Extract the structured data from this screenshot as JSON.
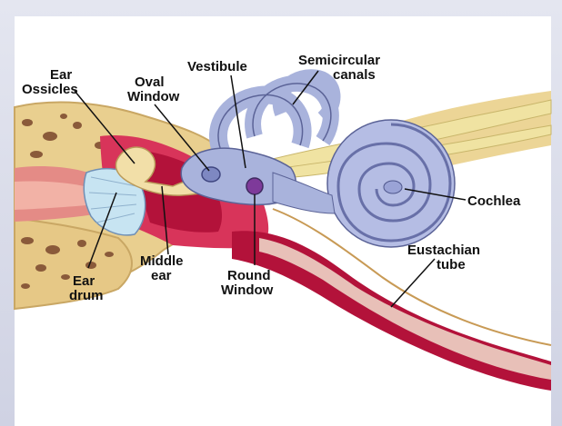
{
  "labels": {
    "ear_ossicles_1": "Ear",
    "ear_ossicles_2": "Ossicles",
    "oval_window_1": "Oval",
    "oval_window_2": "Window",
    "vestibule": "Vestibule",
    "semicircular_1": "Semicircular",
    "semicircular_2": "canals",
    "cochlea": "Cochlea",
    "eustachian_1": "Eustachian",
    "eustachian_2": "tube",
    "middle_ear_1": "Middle",
    "middle_ear_2": "ear",
    "round_window_1": "Round",
    "round_window_2": "Window",
    "ear_drum_1": "Ear",
    "ear_drum_2": "drum"
  },
  "colors": {
    "bone": "#e9cf8f",
    "bone_dots": "#8a5a3a",
    "canal": "#d8345a",
    "canal_dark": "#b3123a",
    "labyrinth": "#a9b3dc",
    "labyrinth_edge": "#5b6397",
    "nerve": "#f0e3a2",
    "drum": "#c7e4f2",
    "tube": "#e8c0b8"
  }
}
